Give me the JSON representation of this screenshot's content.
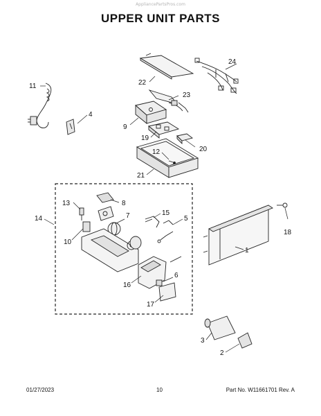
{
  "header": {
    "watermark": "AppliancePartsPros.com",
    "title": "UPPER UNIT PARTS"
  },
  "callouts": {
    "c1": "1",
    "c2": "2",
    "c3": "3",
    "c4": "4",
    "c5": "5",
    "c6": "6",
    "c7": "7",
    "c8": "8",
    "c9": "9",
    "c10": "10",
    "c11": "11",
    "c12": "12",
    "c13": "13",
    "c14": "14",
    "c15": "15",
    "c16": "16",
    "c17": "17",
    "c18": "18",
    "c19": "19",
    "c20": "20",
    "c21": "21",
    "c22": "22",
    "c23": "23",
    "c24": "24"
  },
  "footer": {
    "date": "01/27/2023",
    "page": "10",
    "part_no": "Part No. W11661701  Rev. A"
  }
}
